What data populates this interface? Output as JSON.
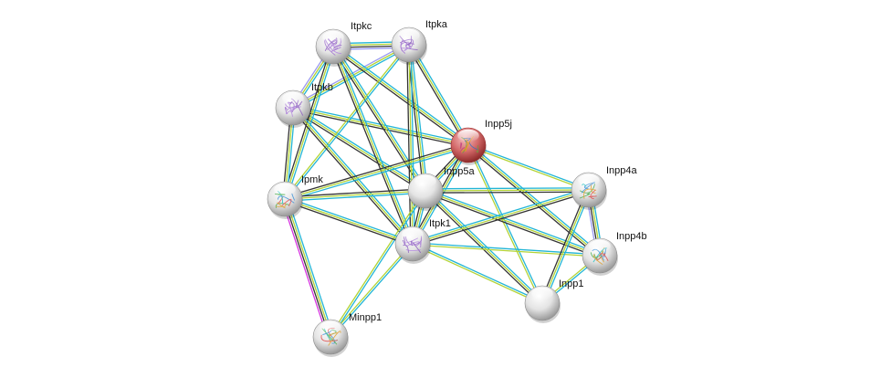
{
  "title": "Protein interaction network",
  "nodes": [
    {
      "id": "Itpkc",
      "label": "Itpkc",
      "type": "structure-purple",
      "query": false
    },
    {
      "id": "Itpka",
      "label": "Itpka",
      "type": "structure-purple",
      "query": false
    },
    {
      "id": "Itpkb",
      "label": "Itpkb",
      "type": "structure-purple",
      "query": false
    },
    {
      "id": "Inpp5j",
      "label": "Inpp5j",
      "type": "structure-query",
      "query": true
    },
    {
      "id": "Inpp5a",
      "label": "Inpp5a",
      "type": "empty",
      "query": false
    },
    {
      "id": "Ipmk",
      "label": "Ipmk",
      "type": "structure-multicolor",
      "query": false
    },
    {
      "id": "Itpk1",
      "label": "Itpk1",
      "type": "structure-purple",
      "query": false
    },
    {
      "id": "Inpp4a",
      "label": "Inpp4a",
      "type": "structure-multicolor",
      "query": false
    },
    {
      "id": "Inpp4b",
      "label": "Inpp4b",
      "type": "structure-multicolor",
      "query": false
    },
    {
      "id": "Inpp1",
      "label": "Inpp1",
      "type": "empty",
      "query": false
    },
    {
      "id": "Minpp1",
      "label": "Minpp1",
      "type": "structure-multicolor",
      "query": false
    }
  ],
  "evidence_colors": {
    "coexpression": "#333333",
    "textmining": "#b3d335",
    "database": "#22b5d6",
    "experiments": "#d633e0",
    "homology": "#9a9af0"
  },
  "edges": [
    {
      "a": "Itpkc",
      "b": "Itpka",
      "ev": [
        "database",
        "textmining",
        "coexpression",
        "homology"
      ]
    },
    {
      "a": "Itpkc",
      "b": "Itpkb",
      "ev": [
        "database",
        "textmining",
        "homology"
      ]
    },
    {
      "a": "Itpka",
      "b": "Itpkb",
      "ev": [
        "database",
        "textmining",
        "homology"
      ]
    },
    {
      "a": "Itpkc",
      "b": "Inpp5j",
      "ev": [
        "database",
        "textmining",
        "coexpression"
      ]
    },
    {
      "a": "Itpka",
      "b": "Inpp5j",
      "ev": [
        "database",
        "textmining",
        "coexpression"
      ]
    },
    {
      "a": "Itpkb",
      "b": "Inpp5j",
      "ev": [
        "database",
        "textmining",
        "coexpression"
      ]
    },
    {
      "a": "Itpkc",
      "b": "Inpp5a",
      "ev": [
        "database",
        "textmining",
        "coexpression"
      ]
    },
    {
      "a": "Itpka",
      "b": "Inpp5a",
      "ev": [
        "database",
        "textmining",
        "coexpression"
      ]
    },
    {
      "a": "Itpkb",
      "b": "Inpp5a",
      "ev": [
        "database",
        "textmining",
        "coexpression"
      ]
    },
    {
      "a": "Itpkc",
      "b": "Ipmk",
      "ev": [
        "database",
        "textmining",
        "coexpression"
      ]
    },
    {
      "a": "Itpka",
      "b": "Ipmk",
      "ev": [
        "database",
        "textmining"
      ]
    },
    {
      "a": "Itpkb",
      "b": "Ipmk",
      "ev": [
        "database",
        "textmining",
        "coexpression"
      ]
    },
    {
      "a": "Itpkc",
      "b": "Itpk1",
      "ev": [
        "database",
        "textmining",
        "coexpression"
      ]
    },
    {
      "a": "Itpka",
      "b": "Itpk1",
      "ev": [
        "database",
        "textmining",
        "coexpression"
      ]
    },
    {
      "a": "Itpkb",
      "b": "Itpk1",
      "ev": [
        "database",
        "textmining",
        "coexpression"
      ]
    },
    {
      "a": "Inpp5j",
      "b": "Inpp5a",
      "ev": [
        "database",
        "textmining",
        "coexpression"
      ]
    },
    {
      "a": "Inpp5j",
      "b": "Ipmk",
      "ev": [
        "database",
        "textmining",
        "coexpression"
      ]
    },
    {
      "a": "Inpp5j",
      "b": "Itpk1",
      "ev": [
        "database",
        "textmining",
        "coexpression"
      ]
    },
    {
      "a": "Inpp5j",
      "b": "Inpp4a",
      "ev": [
        "database",
        "textmining"
      ]
    },
    {
      "a": "Inpp5j",
      "b": "Inpp4b",
      "ev": [
        "database",
        "textmining",
        "coexpression"
      ]
    },
    {
      "a": "Inpp5j",
      "b": "Inpp1",
      "ev": [
        "database",
        "textmining"
      ]
    },
    {
      "a": "Inpp5a",
      "b": "Ipmk",
      "ev": [
        "database",
        "textmining",
        "coexpression"
      ]
    },
    {
      "a": "Inpp5a",
      "b": "Itpk1",
      "ev": [
        "database",
        "textmining",
        "coexpression"
      ]
    },
    {
      "a": "Inpp5a",
      "b": "Inpp4a",
      "ev": [
        "database",
        "textmining",
        "coexpression"
      ]
    },
    {
      "a": "Inpp5a",
      "b": "Inpp4b",
      "ev": [
        "database",
        "textmining",
        "coexpression"
      ]
    },
    {
      "a": "Inpp5a",
      "b": "Inpp1",
      "ev": [
        "database",
        "textmining",
        "coexpression"
      ]
    },
    {
      "a": "Inpp5a",
      "b": "Minpp1",
      "ev": [
        "database",
        "textmining"
      ]
    },
    {
      "a": "Ipmk",
      "b": "Itpk1",
      "ev": [
        "database",
        "textmining",
        "coexpression"
      ]
    },
    {
      "a": "Ipmk",
      "b": "Minpp1",
      "ev": [
        "database",
        "textmining",
        "coexpression",
        "experiments"
      ]
    },
    {
      "a": "Itpk1",
      "b": "Minpp1",
      "ev": [
        "database",
        "textmining"
      ]
    },
    {
      "a": "Itpk1",
      "b": "Inpp4a",
      "ev": [
        "database",
        "textmining",
        "coexpression"
      ]
    },
    {
      "a": "Itpk1",
      "b": "Inpp4b",
      "ev": [
        "database",
        "textmining"
      ]
    },
    {
      "a": "Itpk1",
      "b": "Inpp1",
      "ev": [
        "database",
        "textmining"
      ]
    },
    {
      "a": "Inpp4a",
      "b": "Inpp4b",
      "ev": [
        "database",
        "textmining",
        "coexpression",
        "homology"
      ]
    },
    {
      "a": "Inpp4a",
      "b": "Inpp1",
      "ev": [
        "database",
        "textmining",
        "coexpression"
      ]
    },
    {
      "a": "Inpp4b",
      "b": "Inpp1",
      "ev": [
        "database",
        "textmining"
      ]
    }
  ]
}
